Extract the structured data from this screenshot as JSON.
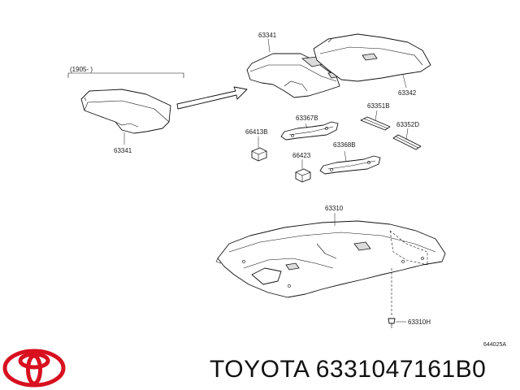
{
  "diagram": {
    "labels": {
      "range_note": "(1905-      )",
      "p63341_top": "63341",
      "p63341_left": "63341",
      "p63342": "63342",
      "p63367b": "63367B",
      "p66413b": "66413B",
      "p63351b": "63351B",
      "p63352d": "63352D",
      "p66423": "66423",
      "p63368b": "63368B",
      "p63310": "63310",
      "p63310h": "63310H",
      "figure_code": "644025A"
    }
  },
  "brand": {
    "caption": "TOYOTA 6331047161B0",
    "logo_color": "#d8101f"
  }
}
